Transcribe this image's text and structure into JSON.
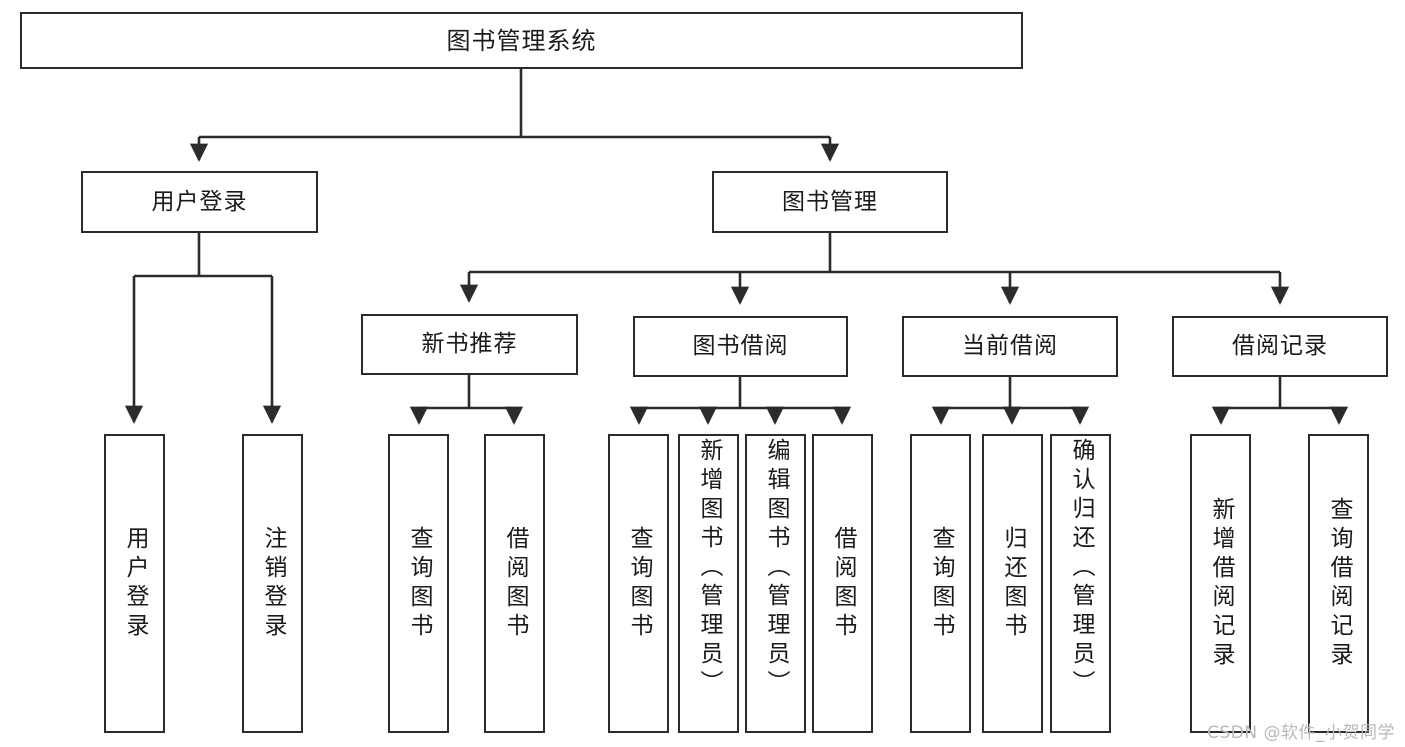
{
  "diagram": {
    "title": "图书管理系统",
    "type": "tree",
    "root": {
      "label": "图书管理系统"
    },
    "level2": [
      {
        "label": "用户登录"
      },
      {
        "label": "图书管理"
      }
    ],
    "level3": [
      {
        "label": "新书推荐"
      },
      {
        "label": "图书借阅"
      },
      {
        "label": "当前借阅"
      },
      {
        "label": "借阅记录"
      }
    ],
    "leaves_user_login": [
      {
        "label": "用户登录"
      },
      {
        "label": "注销登录"
      }
    ],
    "leaves_new_book": [
      {
        "label": "查询图书"
      },
      {
        "label": "借阅图书"
      }
    ],
    "leaves_book_borrow": [
      {
        "label": "查询图书"
      },
      {
        "label": "新增图书（管理员）"
      },
      {
        "label": "编辑图书（管理员）"
      },
      {
        "label": "借阅图书"
      }
    ],
    "leaves_current_borrow": [
      {
        "label": "查询图书"
      },
      {
        "label": "归还图书"
      },
      {
        "label": "确认归还（管理员）"
      }
    ],
    "leaves_borrow_record": [
      {
        "label": "新增借阅记录"
      },
      {
        "label": "查询借阅记录"
      }
    ]
  },
  "watermark": {
    "text": "CSDN @软件_小贺同学"
  },
  "colors": {
    "stroke": "#2b2b2b",
    "fill": "#ffffff",
    "text": "#1a1a1a",
    "watermark": "#b9b9b9"
  }
}
